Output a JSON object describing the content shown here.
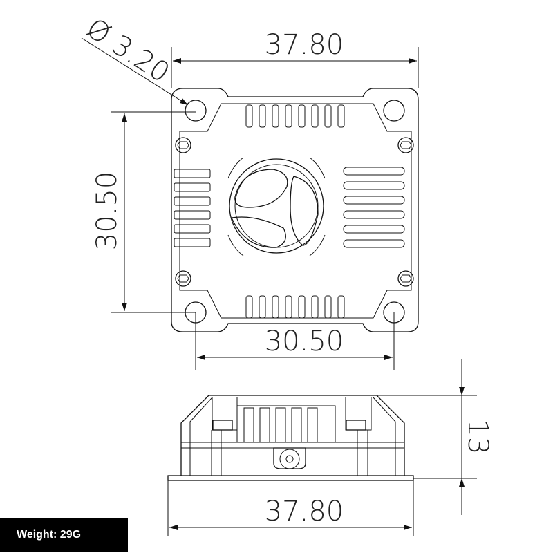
{
  "top_view": {
    "hole_diameter": "Ø 3.20",
    "width": "37.80",
    "hole_spacing_vertical": "30.50",
    "hole_spacing_horizontal": "30.50"
  },
  "side_view": {
    "height": "13",
    "width": "37.80"
  },
  "weight_label": "Weight: 29G"
}
